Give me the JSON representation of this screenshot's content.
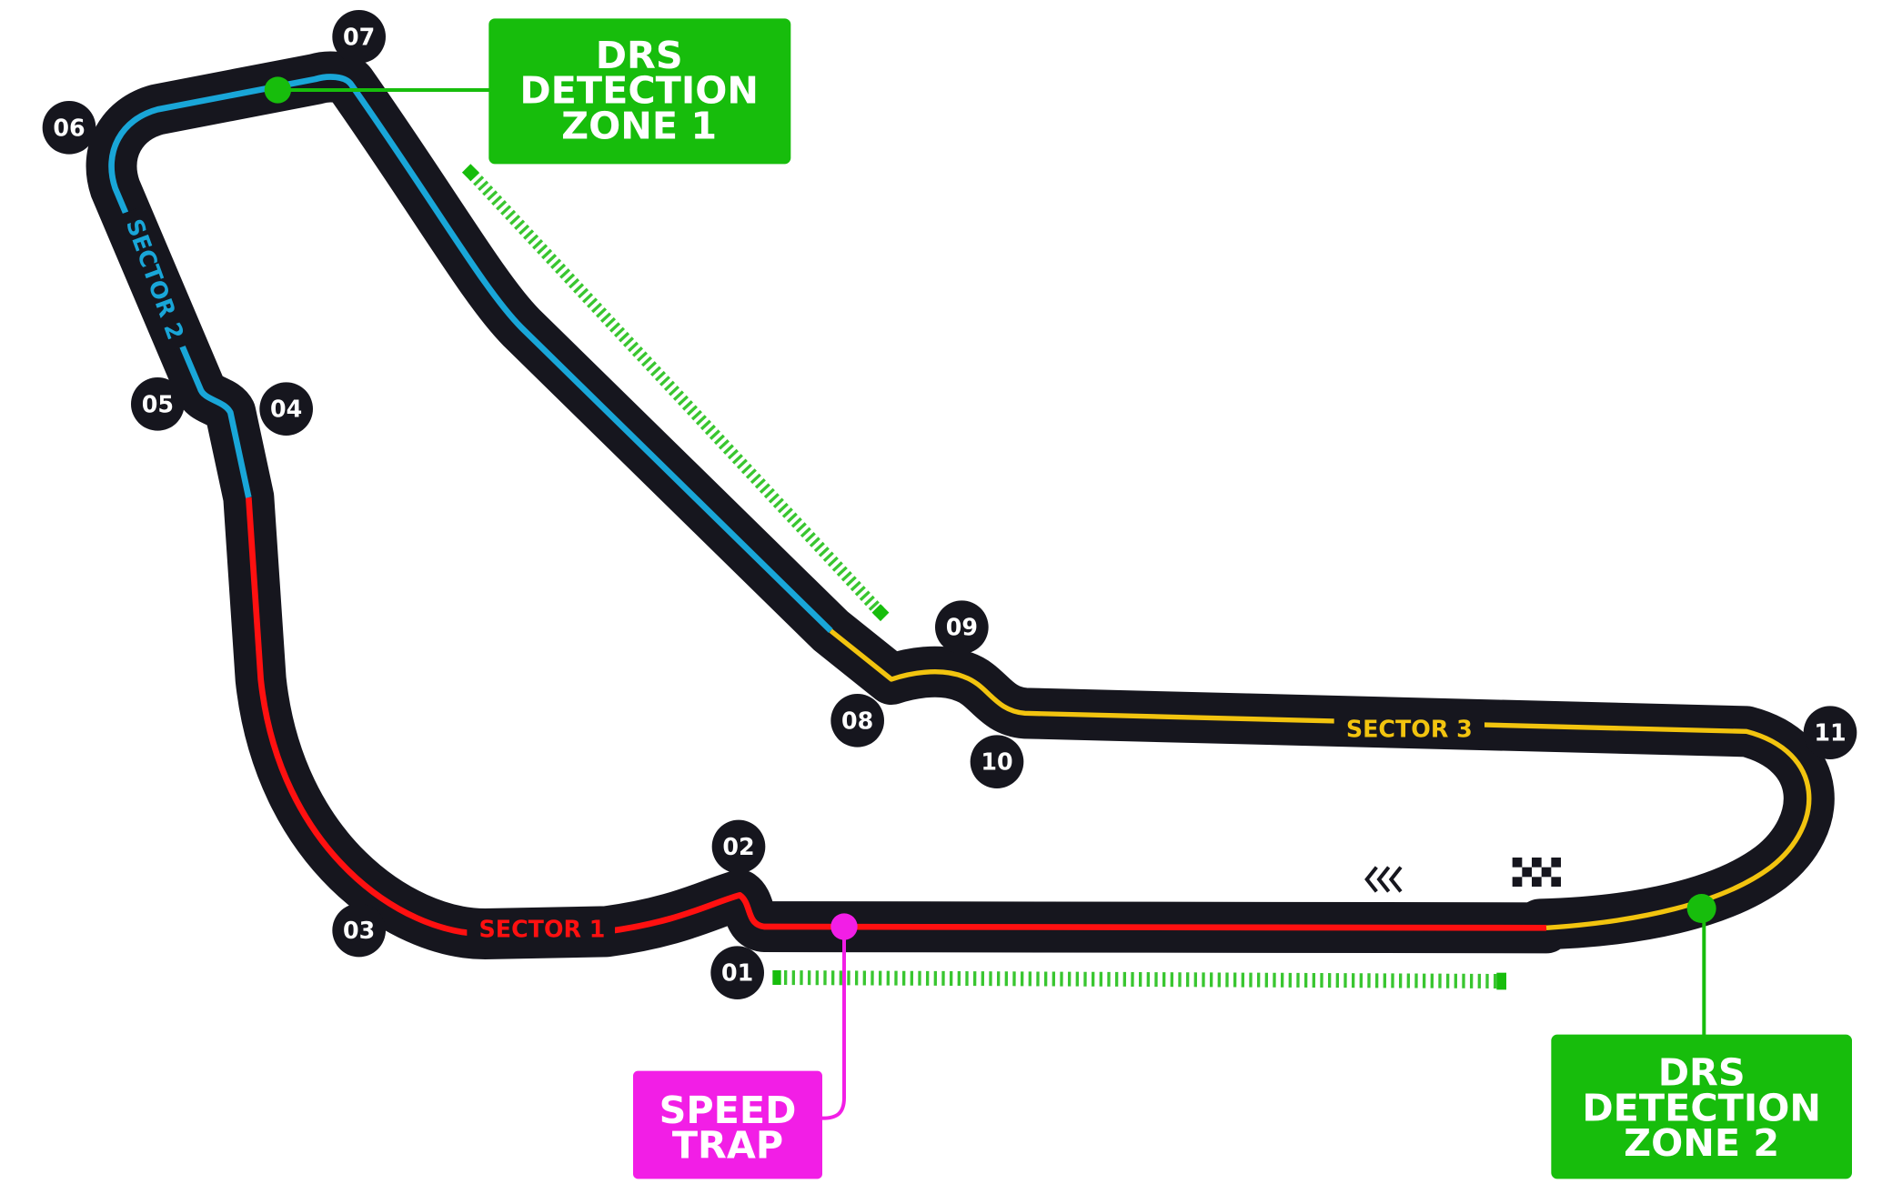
{
  "colors": {
    "track": "#16161e",
    "sector1": "#ff1010",
    "sector2": "#19a6d8",
    "sector3": "#f2c40f",
    "drs": "#17bd0c",
    "speed_trap": "#f21ee6"
  },
  "sectors": [
    {
      "label": "SECTOR 1"
    },
    {
      "label": "SECTOR 2"
    },
    {
      "label": "SECTOR 3"
    }
  ],
  "turns": [
    "01",
    "02",
    "03",
    "04",
    "05",
    "06",
    "07",
    "08",
    "09",
    "10",
    "11"
  ],
  "drs_zone_1": {
    "lines": [
      "DRS",
      "DETECTION",
      "ZONE 1"
    ]
  },
  "drs_zone_2": {
    "lines": [
      "DRS",
      "DETECTION",
      "ZONE 2"
    ]
  },
  "speed_trap": {
    "lines": [
      "SPEED",
      "TRAP"
    ]
  },
  "icons": {
    "direction": "chevrons-left-icon",
    "finish": "checkered-flag-icon"
  }
}
